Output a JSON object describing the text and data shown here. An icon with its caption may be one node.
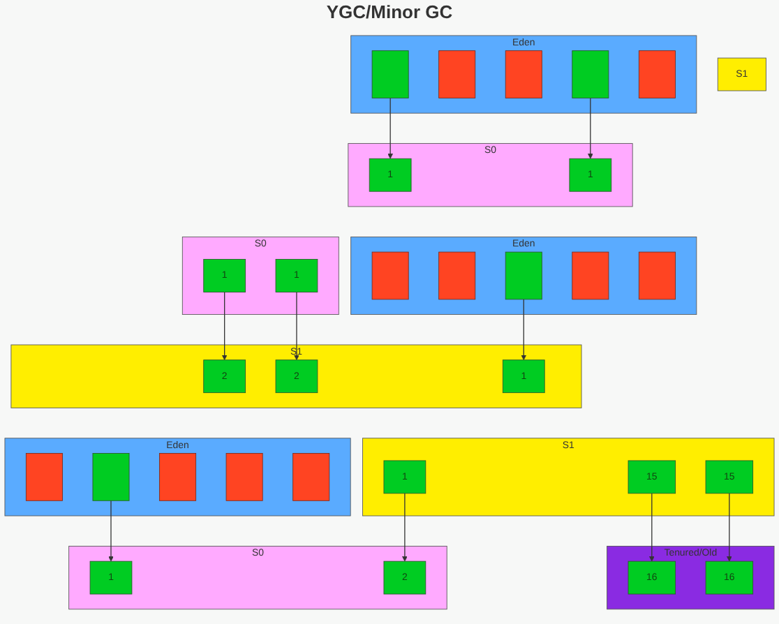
{
  "diagram": {
    "title": "YGC/Minor GC",
    "nodes": [
      {
        "text": [
          "Eden"
        ]
      },
      {
        "text": [],
        "shape": "bar",
        "in": 0
      },
      {
        "text": [],
        "shape": "bar",
        "in": 0
      },
      {
        "text": [],
        "shape": "bar",
        "in": 0
      },
      {
        "text": [],
        "shape": "bar",
        "in": 0
      },
      {
        "text": [],
        "shape": "bar",
        "in": 0
      },
      {
        "text": [
          "S0"
        ]
      },
      {
        "text": [
          "1"
        ],
        "in": 6
      },
      {
        "text": [
          "1"
        ],
        "in": 6
      },
      {
        "text": [
          "S1"
        ]
      },
      {
        "text": [
          "Eden"
        ]
      },
      {
        "text": [],
        "shape": "bar",
        "in": 10
      },
      {
        "text": [],
        "shape": "bar",
        "in": 10
      },
      {
        "text": [],
        "shape": "bar",
        "in": 10
      },
      {
        "text": [],
        "shape": "bar",
        "in": 10
      },
      {
        "text": [],
        "shape": "bar",
        "in": 10
      },
      {
        "text": [
          "S0"
        ]
      },
      {
        "text": [
          "1"
        ],
        "in": 16
      },
      {
        "text": [
          "1"
        ],
        "in": 16
      },
      {
        "text": [
          "S1"
        ]
      },
      {
        "text": [
          "2"
        ],
        "in": 19
      },
      {
        "text": [
          "1"
        ],
        "in": 19
      },
      {
        "text": [
          "2"
        ],
        "in": 19
      },
      {
        "text": [
          "Eden"
        ]
      },
      {
        "text": [],
        "shape": "bar",
        "in": 23
      },
      {
        "text": [],
        "shape": "bar",
        "in": 23
      },
      {
        "text": [],
        "shape": "bar",
        "in": 23
      },
      {
        "text": [],
        "shape": "bar",
        "in": 23
      },
      {
        "text": [],
        "shape": "bar",
        "in": 23
      },
      {
        "text": [
          "S0"
        ]
      },
      {
        "text": [
          "1"
        ],
        "in": 29
      },
      {
        "text": [
          "2"
        ],
        "in": 29
      },
      {
        "text": [
          "S1"
        ]
      },
      {
        "text": [
          "1"
        ],
        "in": 32
      },
      {
        "text": [
          "15"
        ],
        "in": 32
      },
      {
        "text": [
          "15"
        ],
        "in": 32
      },
      {
        "text": [
          "Tenured/Old"
        ]
      },
      {
        "text": [
          "16"
        ],
        "in": 36
      },
      {
        "text": [
          "16"
        ],
        "in": 36
      }
    ],
    "edges": [
      {
        "from": 1,
        "to": 7,
        "arrow": "to"
      },
      {
        "from": 4,
        "to": 8,
        "arrow": "to"
      },
      {
        "from": 13,
        "to": 21,
        "arrow": "to"
      },
      {
        "from": 17,
        "to": 20,
        "arrow": "to"
      },
      {
        "from": 18,
        "to": 22,
        "arrow": "to"
      },
      {
        "from": 25,
        "to": 30,
        "arrow": "to"
      },
      {
        "from": 33,
        "to": 31,
        "arrow": "to"
      },
      {
        "from": 35,
        "to": 37,
        "arrow": "to"
      },
      {
        "from": 34,
        "to": 38,
        "arrow": "to"
      }
    ]
  }
}
